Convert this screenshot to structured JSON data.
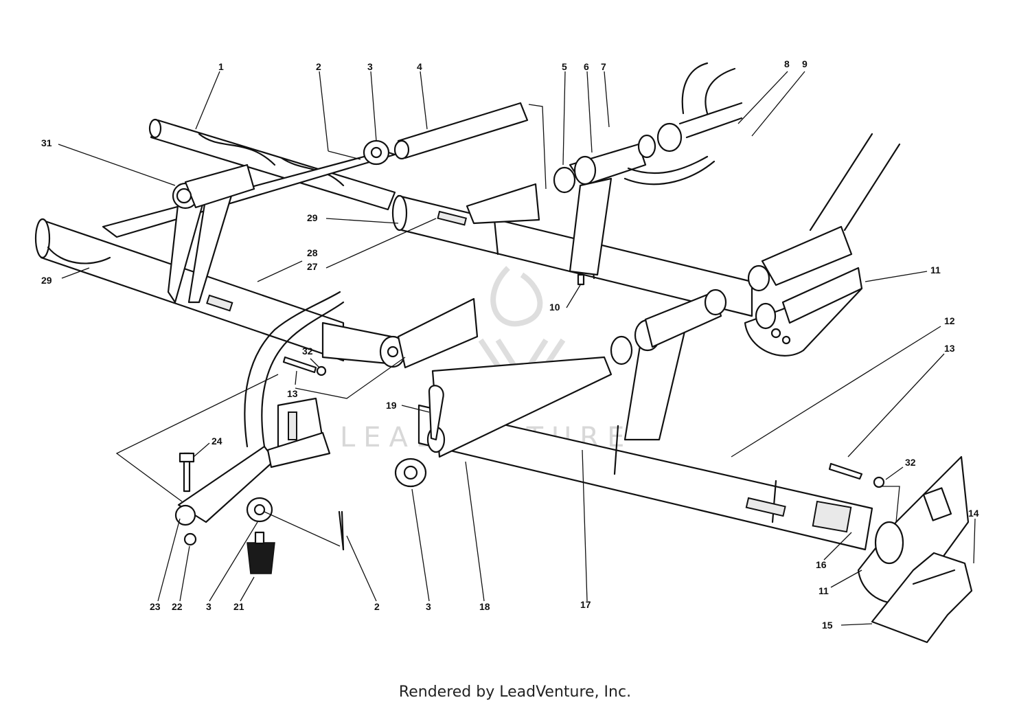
{
  "diagram": {
    "callouts": [
      "1",
      "2",
      "3",
      "4",
      "5",
      "6",
      "7",
      "8",
      "9",
      "31",
      "29",
      "29",
      "28",
      "27",
      "10",
      "11",
      "12",
      "13",
      "32",
      "13",
      "19",
      "24",
      "32",
      "14",
      "23",
      "22",
      "3",
      "21",
      "2",
      "3",
      "18",
      "17",
      "16",
      "11",
      "15"
    ]
  },
  "watermark": {
    "text": "LEADVENTURE"
  },
  "footer": {
    "text": "Rendered by LeadVenture, Inc."
  }
}
